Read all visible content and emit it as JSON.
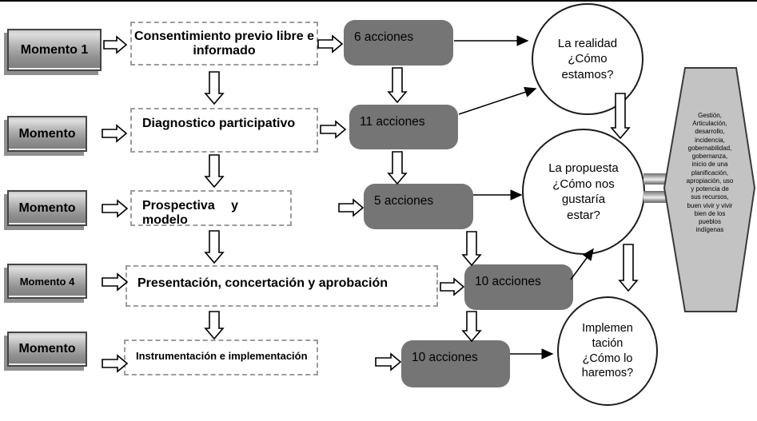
{
  "rows": [
    {
      "momento": "Momento 1",
      "step": "Consentimiento previo libre e\ninformado"
    },
    {
      "momento": "Momento",
      "step": "Diagnostico participativo"
    },
    {
      "momento": "Momento",
      "step": "Prospectiva y modelo"
    },
    {
      "momento": "Momento 4",
      "step": "Presentación, concertación y aprobación"
    },
    {
      "momento": "Momento",
      "step": "Instrumentación e implementación"
    }
  ],
  "actions": [
    {
      "label": "6 acciones"
    },
    {
      "label": "11 acciones"
    },
    {
      "label": "5 acciones"
    },
    {
      "label": "10 acciones"
    },
    {
      "label": "10 acciones"
    }
  ],
  "circles": [
    {
      "text": "La realidad\n¿Cómo\nestamos?"
    },
    {
      "text": "La propuesta\n¿Cómo nos\ngustaría\nestar?"
    },
    {
      "text": "Implemen\ntación\n¿Cómo lo\nharemos?"
    }
  ],
  "hexagon": {
    "text": "Gestión,\nArticulación,\ndesarrollo,\nincidencia,\ngobernabilidad,\ngobernanza,\ninicio de una\nplanificación,\napropiación, uso\ny potencia de\nsus recursos,\nbuen vivir y vivir\nbien de los\npueblos\nindígenas"
  },
  "colors": {
    "action_box": "#757575",
    "hexagon_fill": "#c3c3c3",
    "momento_gradient_top": "#dedede",
    "momento_gradient_bottom": "#7d7d7d",
    "line": "#000000"
  }
}
